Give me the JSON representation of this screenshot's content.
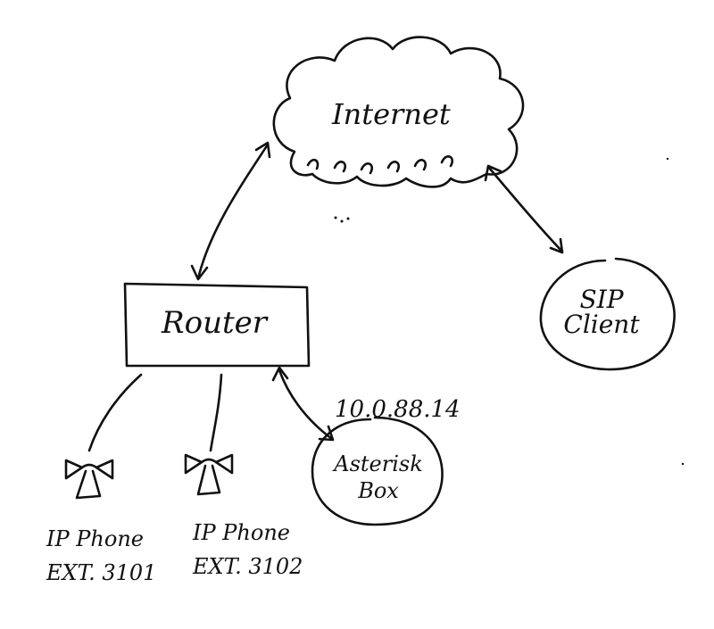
{
  "diagram": {
    "internet_label": "Internet",
    "router_label": "Router",
    "sip_client": {
      "line1": "SIP",
      "line2": "Client"
    },
    "asterisk": {
      "ip": "10.0.88.14",
      "line1": "Asterisk",
      "line2": "Box"
    },
    "phone1": {
      "line1": "IP Phone",
      "line2": "EXT. 3101"
    },
    "phone2": {
      "line1": "IP Phone",
      "line2": "EXT. 3102"
    }
  },
  "colors": {
    "ink": "#111111",
    "background": "#ffffff"
  },
  "icons": [
    "cloud-icon",
    "phone-icon"
  ]
}
